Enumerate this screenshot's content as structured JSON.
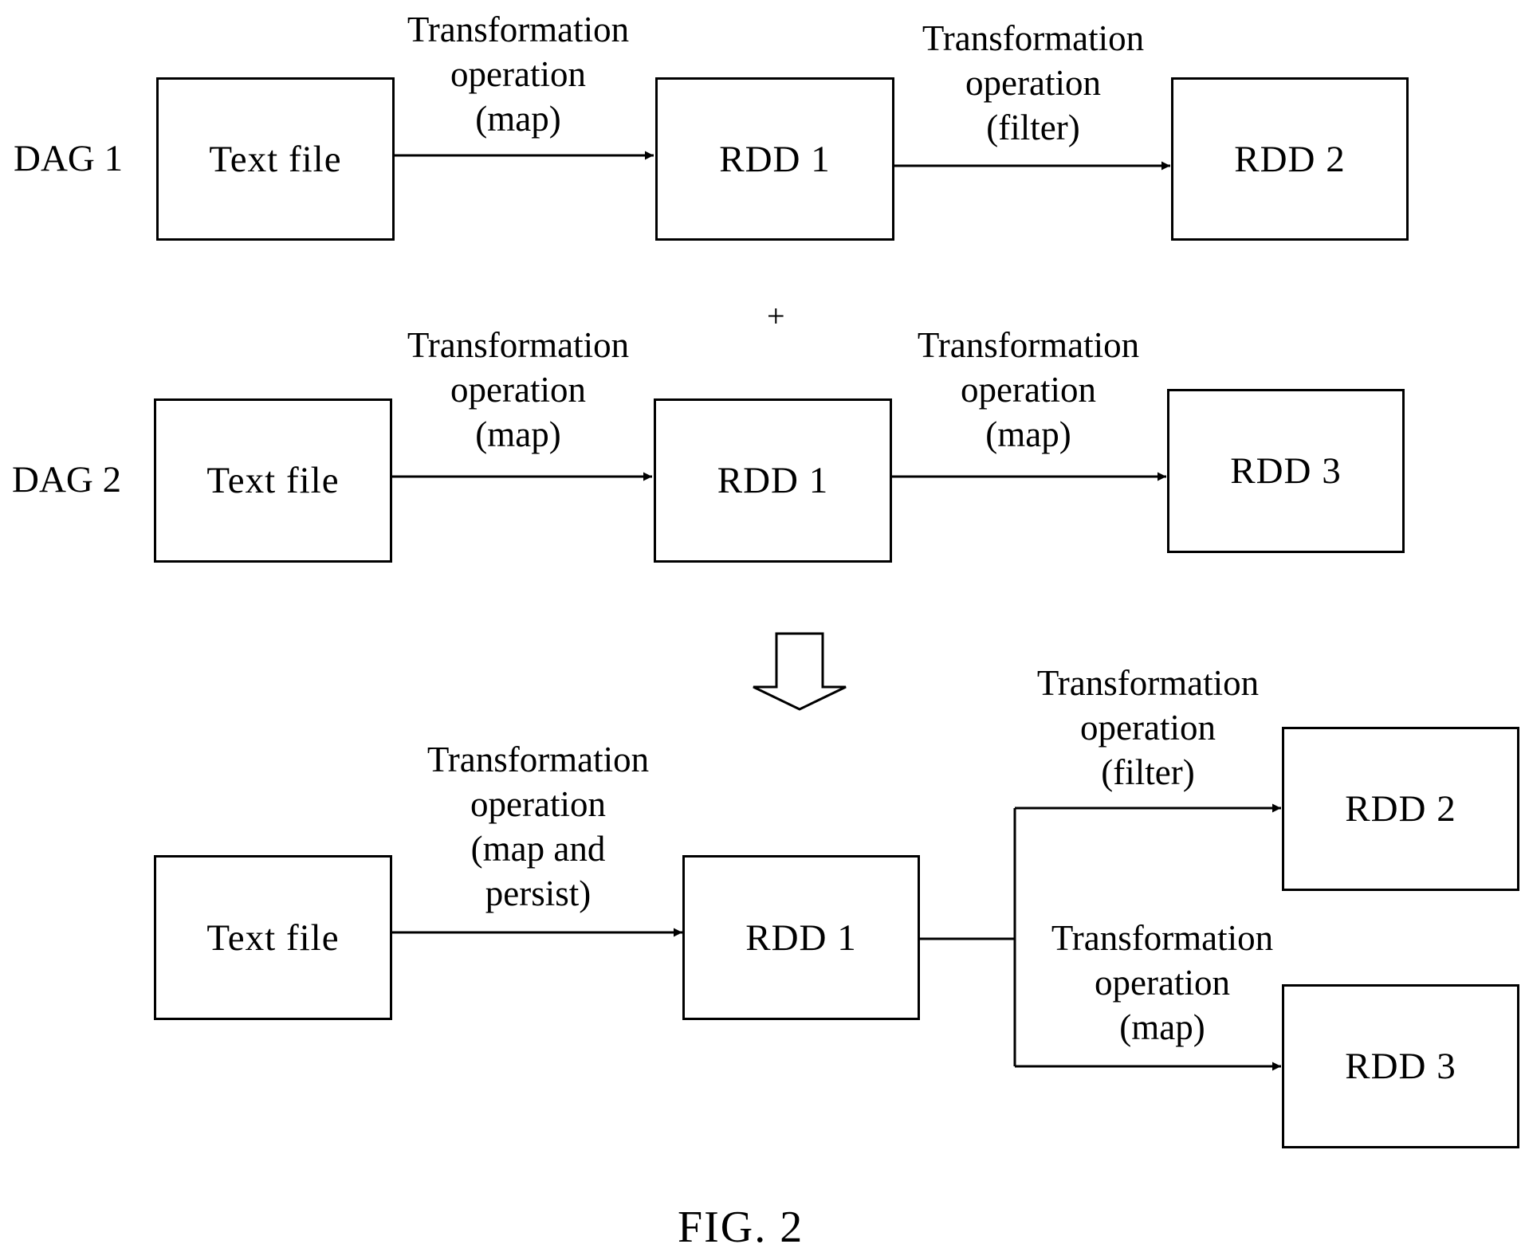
{
  "dag1": {
    "label": "DAG 1",
    "nodes": [
      "Text file",
      "RDD 1",
      "RDD 2"
    ],
    "edge1": [
      "Transformation",
      "operation",
      "(map)"
    ],
    "edge2": [
      "Transformation",
      "operation",
      "(filter)"
    ]
  },
  "combine_symbol": "+",
  "dag2": {
    "label": "DAG 2",
    "nodes": [
      "Text file",
      "RDD 1",
      "RDD 3"
    ],
    "edge1": [
      "Transformation",
      "operation",
      "(map)"
    ],
    "edge2": [
      "Transformation",
      "operation",
      "(map)"
    ]
  },
  "merged": {
    "nodes": [
      "Text file",
      "RDD 1",
      "RDD 2",
      "RDD 3"
    ],
    "edge_persist": [
      "Transformation",
      "operation",
      "(map and",
      "persist)"
    ],
    "edge_filter": [
      "Transformation",
      "operation",
      "(filter)"
    ],
    "edge_map": [
      "Transformation",
      "operation",
      "(map)"
    ]
  },
  "figure_caption": "FIG. 2"
}
